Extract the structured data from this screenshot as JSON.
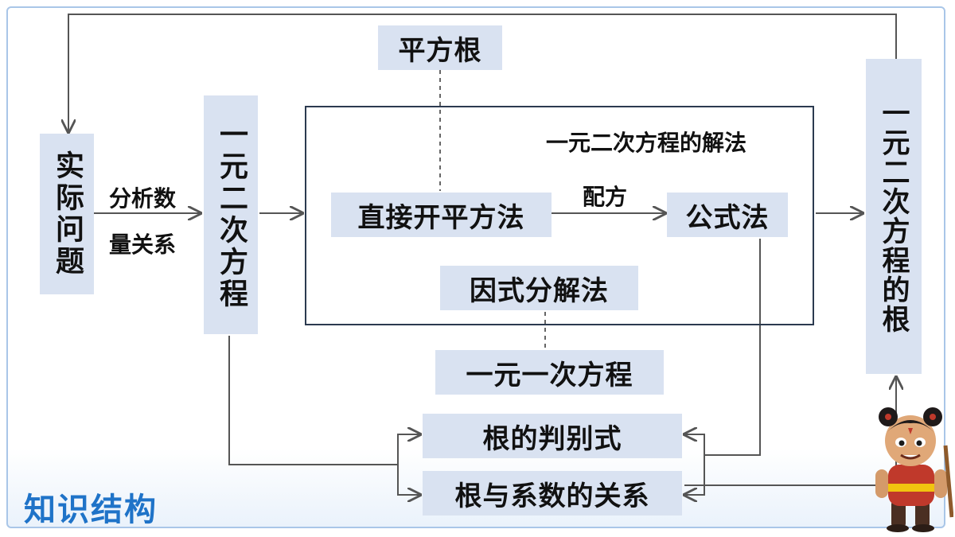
{
  "footer": {
    "title": "知识结构"
  },
  "nodes": {
    "real_problem": "实际问题",
    "quadratic_equation": "一元二次方程",
    "square_root": "平方根",
    "methods_title": "一元二次方程的解法",
    "direct_sqrt": "直接开平方法",
    "formula": "公式法",
    "factorization": "因式分解法",
    "linear_equation": "一元一次方程",
    "discriminant": "根的判别式",
    "vieta": "根与系数的关系",
    "roots": "一元二次方程的根"
  },
  "edge_labels": {
    "analyze_top": "分析数",
    "analyze_bottom": "量关系",
    "complete_square": "配方"
  },
  "colors": {
    "box": "#d9e2f1",
    "frame": "#a9c6e8",
    "title": "#1f73c8",
    "line": "#555555"
  }
}
